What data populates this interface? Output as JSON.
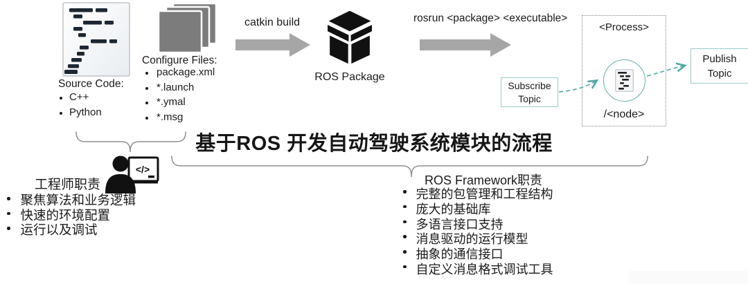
{
  "title": "基于ROS 开发自动驾驶系统模块的流程",
  "source_code": {
    "label": "Source Code:",
    "items": [
      "C++",
      "Python"
    ]
  },
  "configure_files": {
    "label": "Configure Files:",
    "items": [
      "package.xml",
      "*.launch",
      "*.ymal",
      "*.msg"
    ]
  },
  "build_step": {
    "label": "catkin build"
  },
  "ros_package": {
    "label": "ROS Package"
  },
  "run_step": {
    "label": "rosrun <package> <executable>"
  },
  "process": {
    "label": "<Process>",
    "node_label": "/<node>"
  },
  "subscribe_topic": {
    "label": "Subscribe Topic"
  },
  "publish_topic": {
    "label": "Publish Topic"
  },
  "engineer": {
    "heading": "工程师职责",
    "items": [
      "聚焦算法和业务逻辑",
      "快速的环境配置",
      "运行以及调试"
    ]
  },
  "framework": {
    "heading": "ROS Framework职责",
    "items": [
      "完整的包管理和工程结构",
      "庞大的基础库",
      "多语言接口支持",
      "消息驱动的运行模型",
      "抽象的通信接口",
      "自定义消息格式调试工具"
    ]
  },
  "colors": {
    "teal_accent": "#4FA8A3",
    "teal_border": "#9CC7C6",
    "arrow_gray": "#A6A6A6",
    "page_gray": "#7C7C7C",
    "brace_gray": "#8E8E8E",
    "text": "#1A1A1A"
  }
}
